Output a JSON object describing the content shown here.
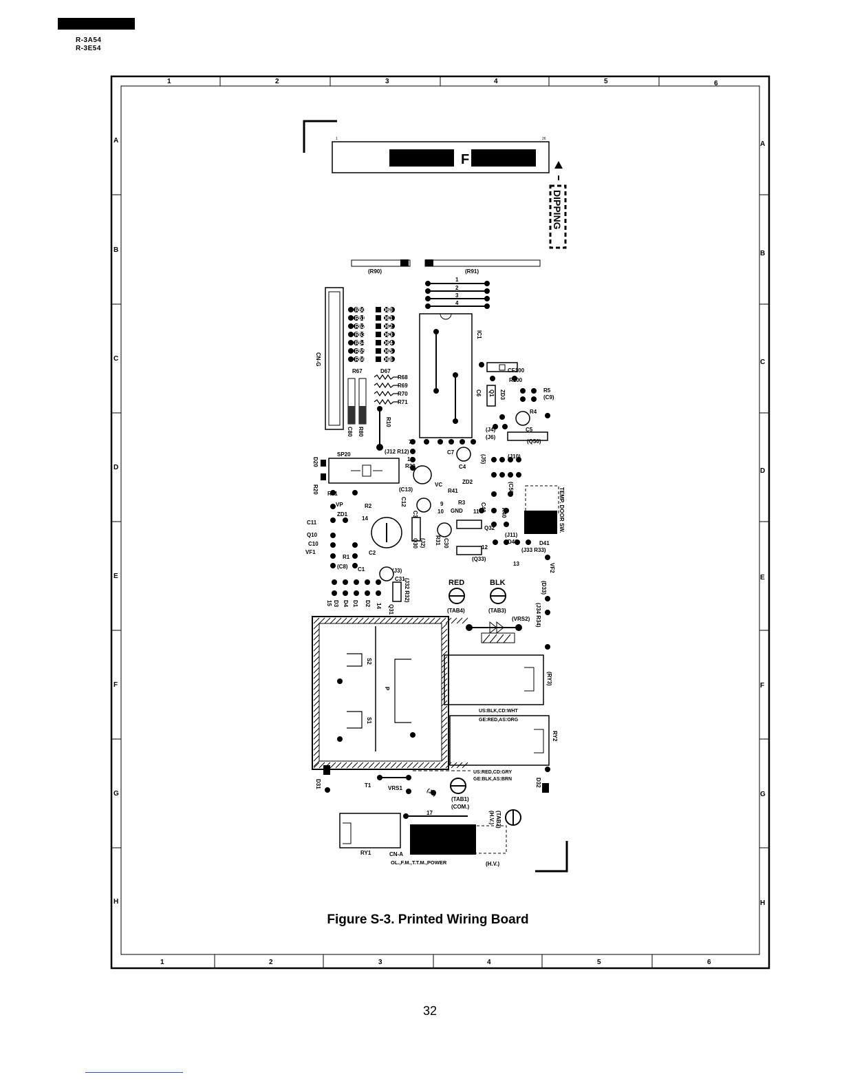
{
  "header": {
    "models": [
      "R-3A54",
      "R-3E54"
    ]
  },
  "grid": {
    "columns": [
      "1",
      "2",
      "3",
      "4",
      "5",
      "6"
    ],
    "rows": [
      "A",
      "B",
      "C",
      "D",
      "E",
      "F",
      "G",
      "H"
    ]
  },
  "board": {
    "display_connector_pins": [
      "1",
      "26"
    ],
    "display_code": "F",
    "dipping_label": "DIPPING",
    "resistor_strips": [
      "(R90)",
      "(R91)"
    ],
    "jumpers": [
      "1",
      "2",
      "3",
      "4"
    ],
    "ic_label": "IC1",
    "connector_cng": "CN-G",
    "resistors_left": [
      "R60",
      "R61",
      "R62",
      "R63",
      "R64",
      "R65",
      "R66",
      "R67"
    ],
    "resistors_right": [
      "D60",
      "D61",
      "D62",
      "D63",
      "D64",
      "D65",
      "D66",
      "D67"
    ],
    "resistors_mid": [
      "R68",
      "R69",
      "R70",
      "R71"
    ],
    "misc_labels": [
      "R10",
      "(J12 R12)",
      "C80",
      "R80",
      "SP20",
      "D20",
      "R20",
      "R21",
      "VP",
      "ZD1",
      "R2",
      "C11",
      "Q10",
      "C10",
      "VF1",
      "R1",
      "(C8)",
      "C1",
      "C2",
      "(C13)",
      "C12",
      "C3",
      "R30",
      "VC",
      "R41",
      "R3",
      "C7",
      "C4",
      "ZD2",
      "GND",
      "C40",
      "R40",
      "Q32",
      "C30",
      "R31",
      "Q30",
      "(J2)",
      "(J3)",
      "C31",
      "Q31",
      "(J32 R32)",
      "D3",
      "D4",
      "D1",
      "D2",
      "CF100",
      "R100",
      "R5",
      "(C9)",
      "R4",
      "C5",
      "(Q50)",
      "(J4)",
      "(J6)",
      "(J10)",
      "(J5)",
      "(C50)",
      "(J11)",
      "D40",
      "D41",
      "(J33 R33)",
      "(Q33)",
      "VF2",
      "(D33)",
      "(J34 R34)",
      "ZD3",
      "Q1",
      "C6"
    ],
    "temp_door": "TEMP. DOOR SW.",
    "tab_red": "RED",
    "tab_blk": "BLK",
    "tab4": "(TAB4)",
    "tab3": "(TAB3)",
    "vrs2": "(VRS2)",
    "ry3": "(RY3)",
    "ry2": "RY2",
    "transformer": "T1",
    "s2": "S2",
    "s1": "S1",
    "p": "P",
    "vrs1": "VRS1",
    "d31": "D31",
    "d32": "D32",
    "wire_us_ge_1": "US:BLK,CD:WHT",
    "wire_ge_1": "GE:RED,AS:ORG",
    "wire_us_2": "US:RED,CD:GRY",
    "wire_ge_2": "GE:BLK,AS:BRN",
    "tab1": "(TAB1)",
    "com": "(COM.)",
    "tab2": "(TAB2)",
    "hv": "(H.V.)",
    "j1": "(J1)",
    "j7": "17",
    "ry1": "RY1",
    "cna": "CN-A",
    "cna_desc": "OL.,F.M.,T.T.M.,POWER",
    "hv2": "(H.V.)",
    "nums": [
      "12",
      "13",
      "14",
      "15",
      "16",
      "7",
      "9",
      "10",
      "11"
    ]
  },
  "caption": "Figure S-3. Printed Wiring Board",
  "page_number": "32"
}
